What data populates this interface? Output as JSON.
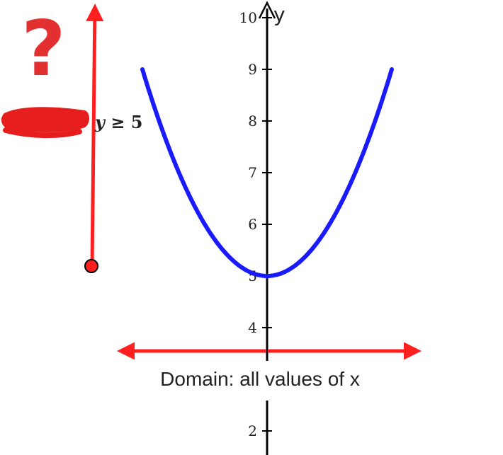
{
  "axis": {
    "y_name": "y",
    "y_ticks": [
      "10",
      "9",
      "8",
      "7",
      "6",
      "5",
      "4",
      "2"
    ]
  },
  "range_label": {
    "var": "y",
    "op": "≥",
    "value": "5"
  },
  "domain_label": "Domain: all values of x",
  "question_mark": "?",
  "colors": {
    "curve": "#1a1aff",
    "range_arrow": "#ff1f1f",
    "domain_arrow": "#ff1f1f",
    "axis": "#000000",
    "scribble": "#e61e1e"
  },
  "chart_data": {
    "type": "line",
    "series": [
      {
        "function": "y = x^2 + 5",
        "vertex": [
          0,
          5
        ]
      }
    ],
    "ylim": [
      1.5,
      10.3
    ],
    "range": {
      "min": 5,
      "closed": true,
      "direction": "up"
    },
    "domain": "all values of x"
  }
}
